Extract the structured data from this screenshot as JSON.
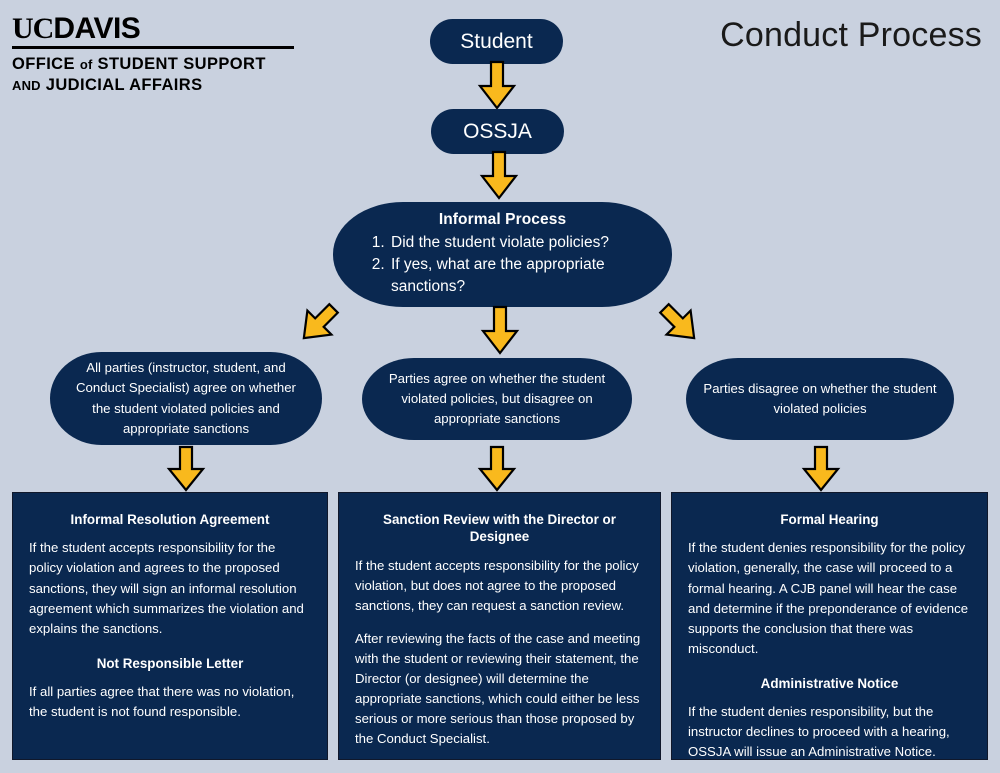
{
  "logo": {
    "uc": "UC",
    "davis": "DAVIS",
    "line1_a": "OFFICE",
    "line1_of": "of",
    "line1_b": "STUDENT SUPPORT",
    "line2_and": "AND",
    "line2_b": "JUDICIAL AFFAIRS"
  },
  "title": "Conduct Process",
  "colors": {
    "background": "#c9d1df",
    "navy": "#0a2850",
    "gold": "#f9b91d",
    "outline": "#000000",
    "text_on_navy": "#ffffff"
  },
  "nodes": {
    "student": "Student",
    "ossja": "OSSJA",
    "informal": {
      "title": "Informal Process",
      "items": [
        "Did the student violate policies?",
        "If yes, what are the appropriate sanctions?"
      ]
    },
    "branches": [
      "All parties (instructor, student, and Conduct Specialist) agree on whether the student violated policies and appropriate sanctions",
      "Parties agree on whether the student violated policies, but disagree on appropriate sanctions",
      "Parties disagree on whether the student violated policies"
    ]
  },
  "panels": [
    {
      "heading": "Informal Resolution Agreement",
      "body": "If the student accepts responsibility for the policy violation and agrees to the proposed sanctions, they will sign an informal resolution agreement which summarizes the violation and explains the sanctions.",
      "heading2": "Not Responsible Letter",
      "body2": "If all parties agree that there was no violation, the student is not found responsible."
    },
    {
      "heading": "Sanction Review with the Director or Designee",
      "body": "If the student accepts responsibility for the policy violation, but does not agree to the proposed sanctions, they can request a sanction review.",
      "body2": "After reviewing the facts of the case and meeting with the student or reviewing their statement, the Director (or designee) will determine the appropriate sanctions, which could either be less serious or more serious than those proposed by the Conduct Specialist."
    },
    {
      "heading": "Formal Hearing",
      "body": "If the student denies responsibility for the policy violation, generally, the case will proceed to a formal hearing. A CJB panel will hear the case and determine if the preponderance of evidence supports the conclusion that there was misconduct.",
      "heading2": "Administrative Notice",
      "body2": "If the student denies responsibility, but the instructor declines to proceed with a hearing, OSSJA will issue an Administrative Notice."
    }
  ]
}
